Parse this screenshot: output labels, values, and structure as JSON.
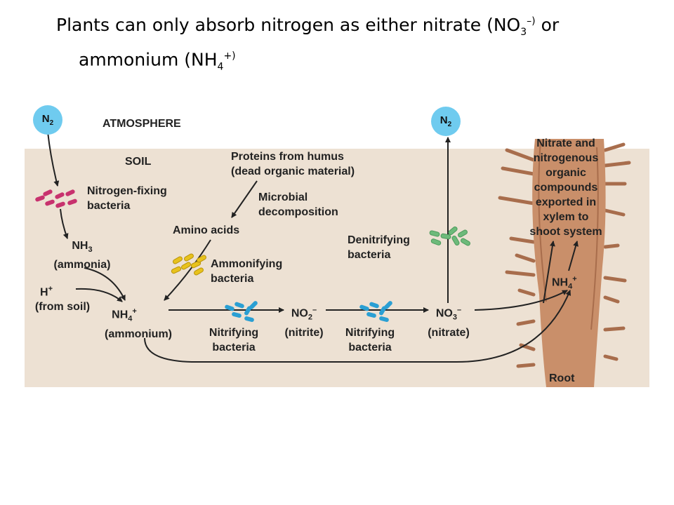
{
  "title": {
    "line1_a": "Plants can only absorb nitrogen as either  nitrate (NO",
    "line1_sub": "3",
    "line1_sup": "–)",
    "line1_b": " or",
    "line2_a": "ammonium (NH",
    "line2_sub": "4",
    "line2_sup": "+)"
  },
  "zones": {
    "atmosphere": "ATMOSPHERE",
    "soil": "SOIL"
  },
  "n2": {
    "main": "N",
    "sub": "2"
  },
  "labels": {
    "nitrogen_fixing": [
      "Nitrogen-fixing",
      "bacteria"
    ],
    "nh3": {
      "main": "NH",
      "sub": "3",
      "name": "(ammonia)"
    },
    "h_plus": {
      "main": "H",
      "sup": "+",
      "name": "(from soil)"
    },
    "nh4": {
      "main": "NH",
      "sub": "4",
      "sup": "+",
      "name": "(ammonium)"
    },
    "proteins": [
      "Proteins from humus",
      "(dead organic material)"
    ],
    "microbial": [
      "Microbial",
      "decomposition"
    ],
    "amino_acids": "Amino acids",
    "ammonifying": [
      "Ammonifying",
      "bacteria"
    ],
    "nitrifying_1": [
      "Nitrifying",
      "bacteria"
    ],
    "no2": {
      "main": "NO",
      "sub": "2",
      "sup": "–",
      "name": "(nitrite)"
    },
    "nitrifying_2": [
      "Nitrifying",
      "bacteria"
    ],
    "no3": {
      "main": "NO",
      "sub": "3",
      "sup": "–",
      "name": "(nitrate)"
    },
    "denitrifying": [
      "Denitrifying",
      "bacteria"
    ],
    "nitrate_export": [
      "Nitrate and",
      "nitrogenous",
      "organic",
      "compounds",
      "exported in",
      "xylem to",
      "shoot system"
    ],
    "nh4_root": {
      "main": "NH",
      "sub": "4",
      "sup": "+"
    },
    "root": "Root"
  },
  "colors": {
    "soil": "#ede1d3",
    "sky_circle": "#6fcbef",
    "nitrogen_fixing_bacteria": "#c8326e",
    "ammonifying_bacteria": "#e8c21c",
    "nitrifying_bacteria": "#2a9fd3",
    "denitrifying_bacteria": "#6dba7a",
    "root": "#c98f6a",
    "arrow": "#222222"
  }
}
